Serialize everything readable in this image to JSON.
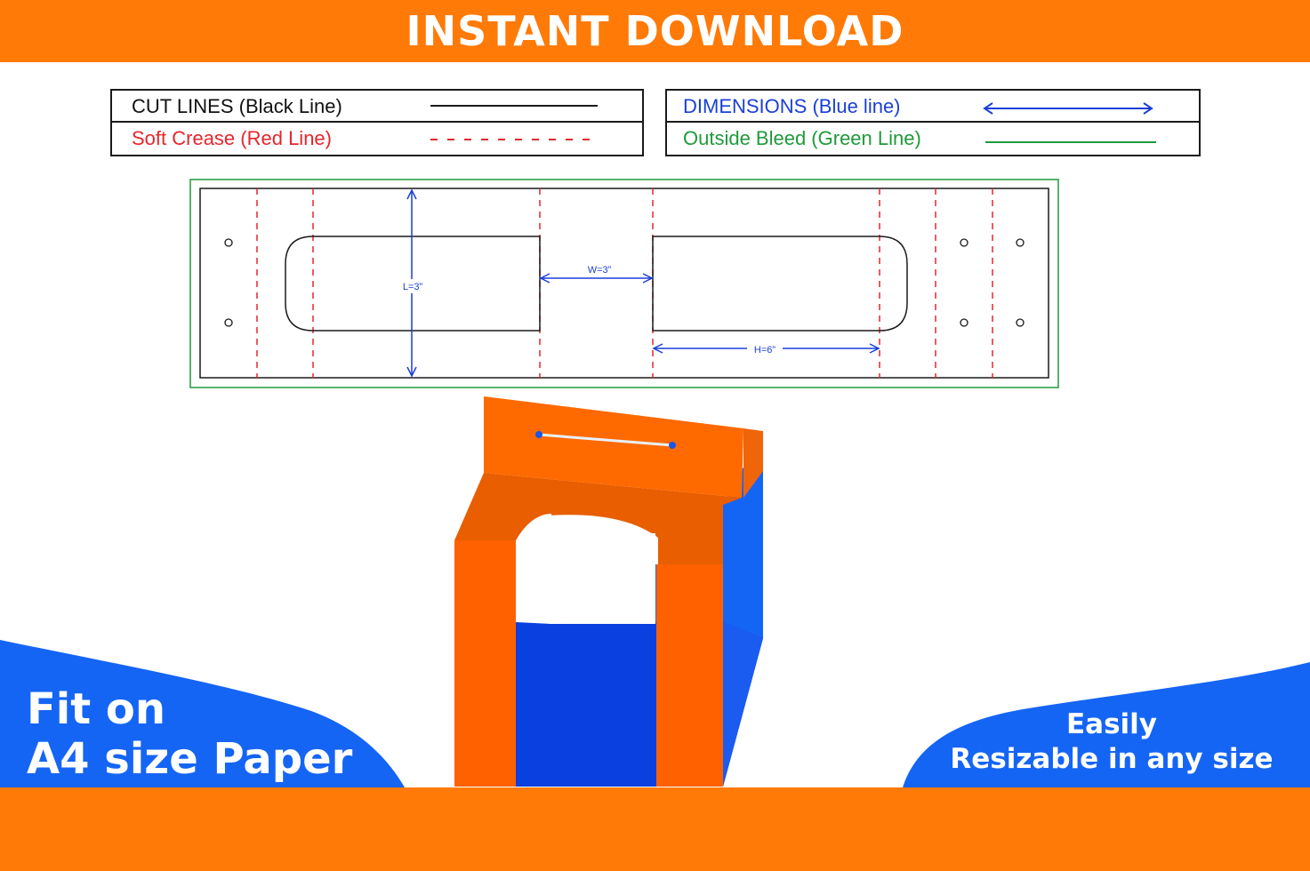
{
  "header": {
    "title": "INSTANT DOWNLOAD"
  },
  "legend": {
    "left": {
      "cut_lines": "CUT LINES (Black Line)",
      "soft_crease": "Soft Crease (Red Line)"
    },
    "right": {
      "dimensions": "DIMENSIONS (Blue line)",
      "outside_bleed": "Outside Bleed (Green Line)"
    }
  },
  "dieline": {
    "length_label": "L=3”",
    "width_label": "W=3”",
    "height_label": "H=6”"
  },
  "captions": {
    "fit_line1": "Fit on",
    "fit_line2": "A4 size Paper",
    "resize_line1": "Easily",
    "resize_line2": "Resizable in any size"
  },
  "colors": {
    "orange": "#ff7a06",
    "blue": "#1565f5",
    "cut": "#1a1a1a",
    "crease": "#e5262c",
    "dimension": "#1a3fd8",
    "bleed": "#1f9a3a"
  }
}
